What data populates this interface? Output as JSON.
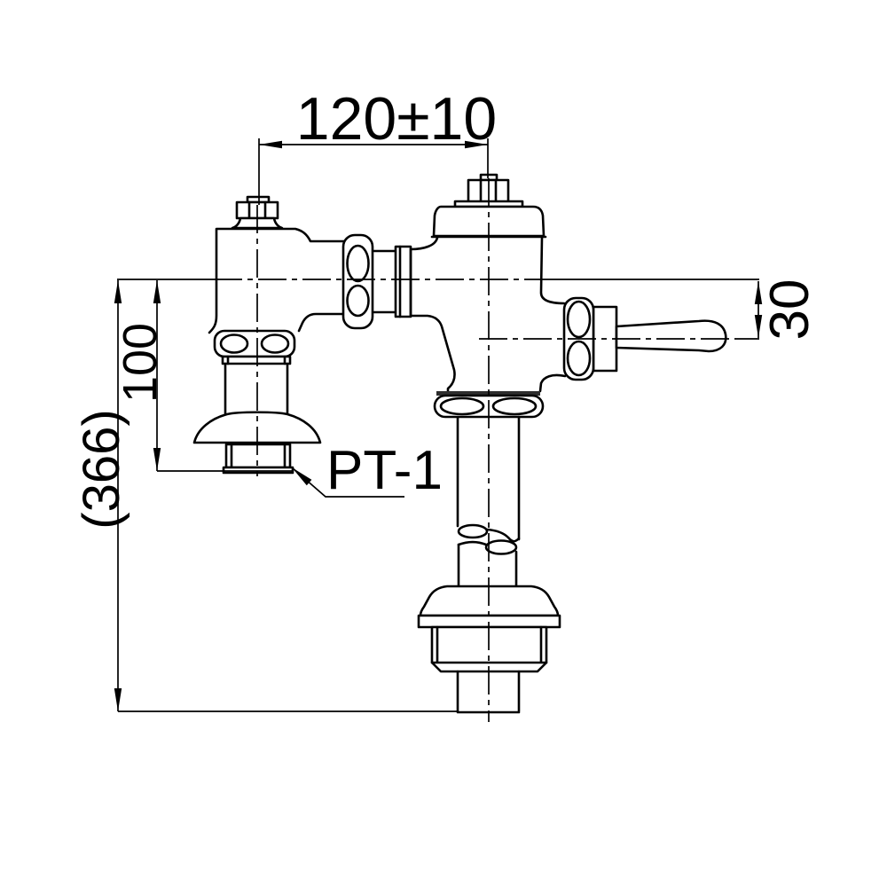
{
  "drawing": {
    "kind": "flush-valve-installation-dimension-drawing",
    "colors": {
      "line": "#000000",
      "background": "#ffffff"
    },
    "labels": {
      "dim_top_width": "120±10",
      "dim_inlet_height": "100",
      "dim_overall_height": "(366)",
      "dim_handle_drop": "30",
      "thread_callout": "PT-1"
    }
  }
}
